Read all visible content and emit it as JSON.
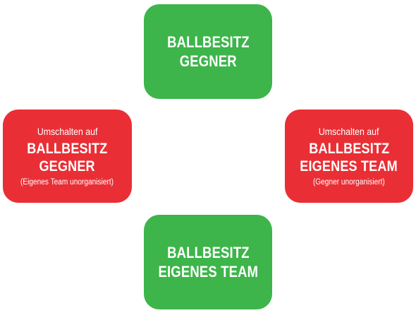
{
  "colors": {
    "green": "#3db54a",
    "red": "#e92f35",
    "text": "#ffffff"
  },
  "diagram": {
    "top": {
      "line1": "BALLBESITZ",
      "line2": "GEGNER"
    },
    "left": {
      "pre": "Umschalten auf",
      "line1": "BALLBESITZ",
      "line2": "GEGNER",
      "note": "(Eigenes Team unorganisiert)"
    },
    "right": {
      "pre": "Umschalten auf",
      "line1": "BALLBESITZ",
      "line2": "EIGENES TEAM",
      "note": "(Gegner unorganisiert)"
    },
    "bottom": {
      "line1": "BALLBESITZ",
      "line2": "EIGENES TEAM"
    }
  }
}
